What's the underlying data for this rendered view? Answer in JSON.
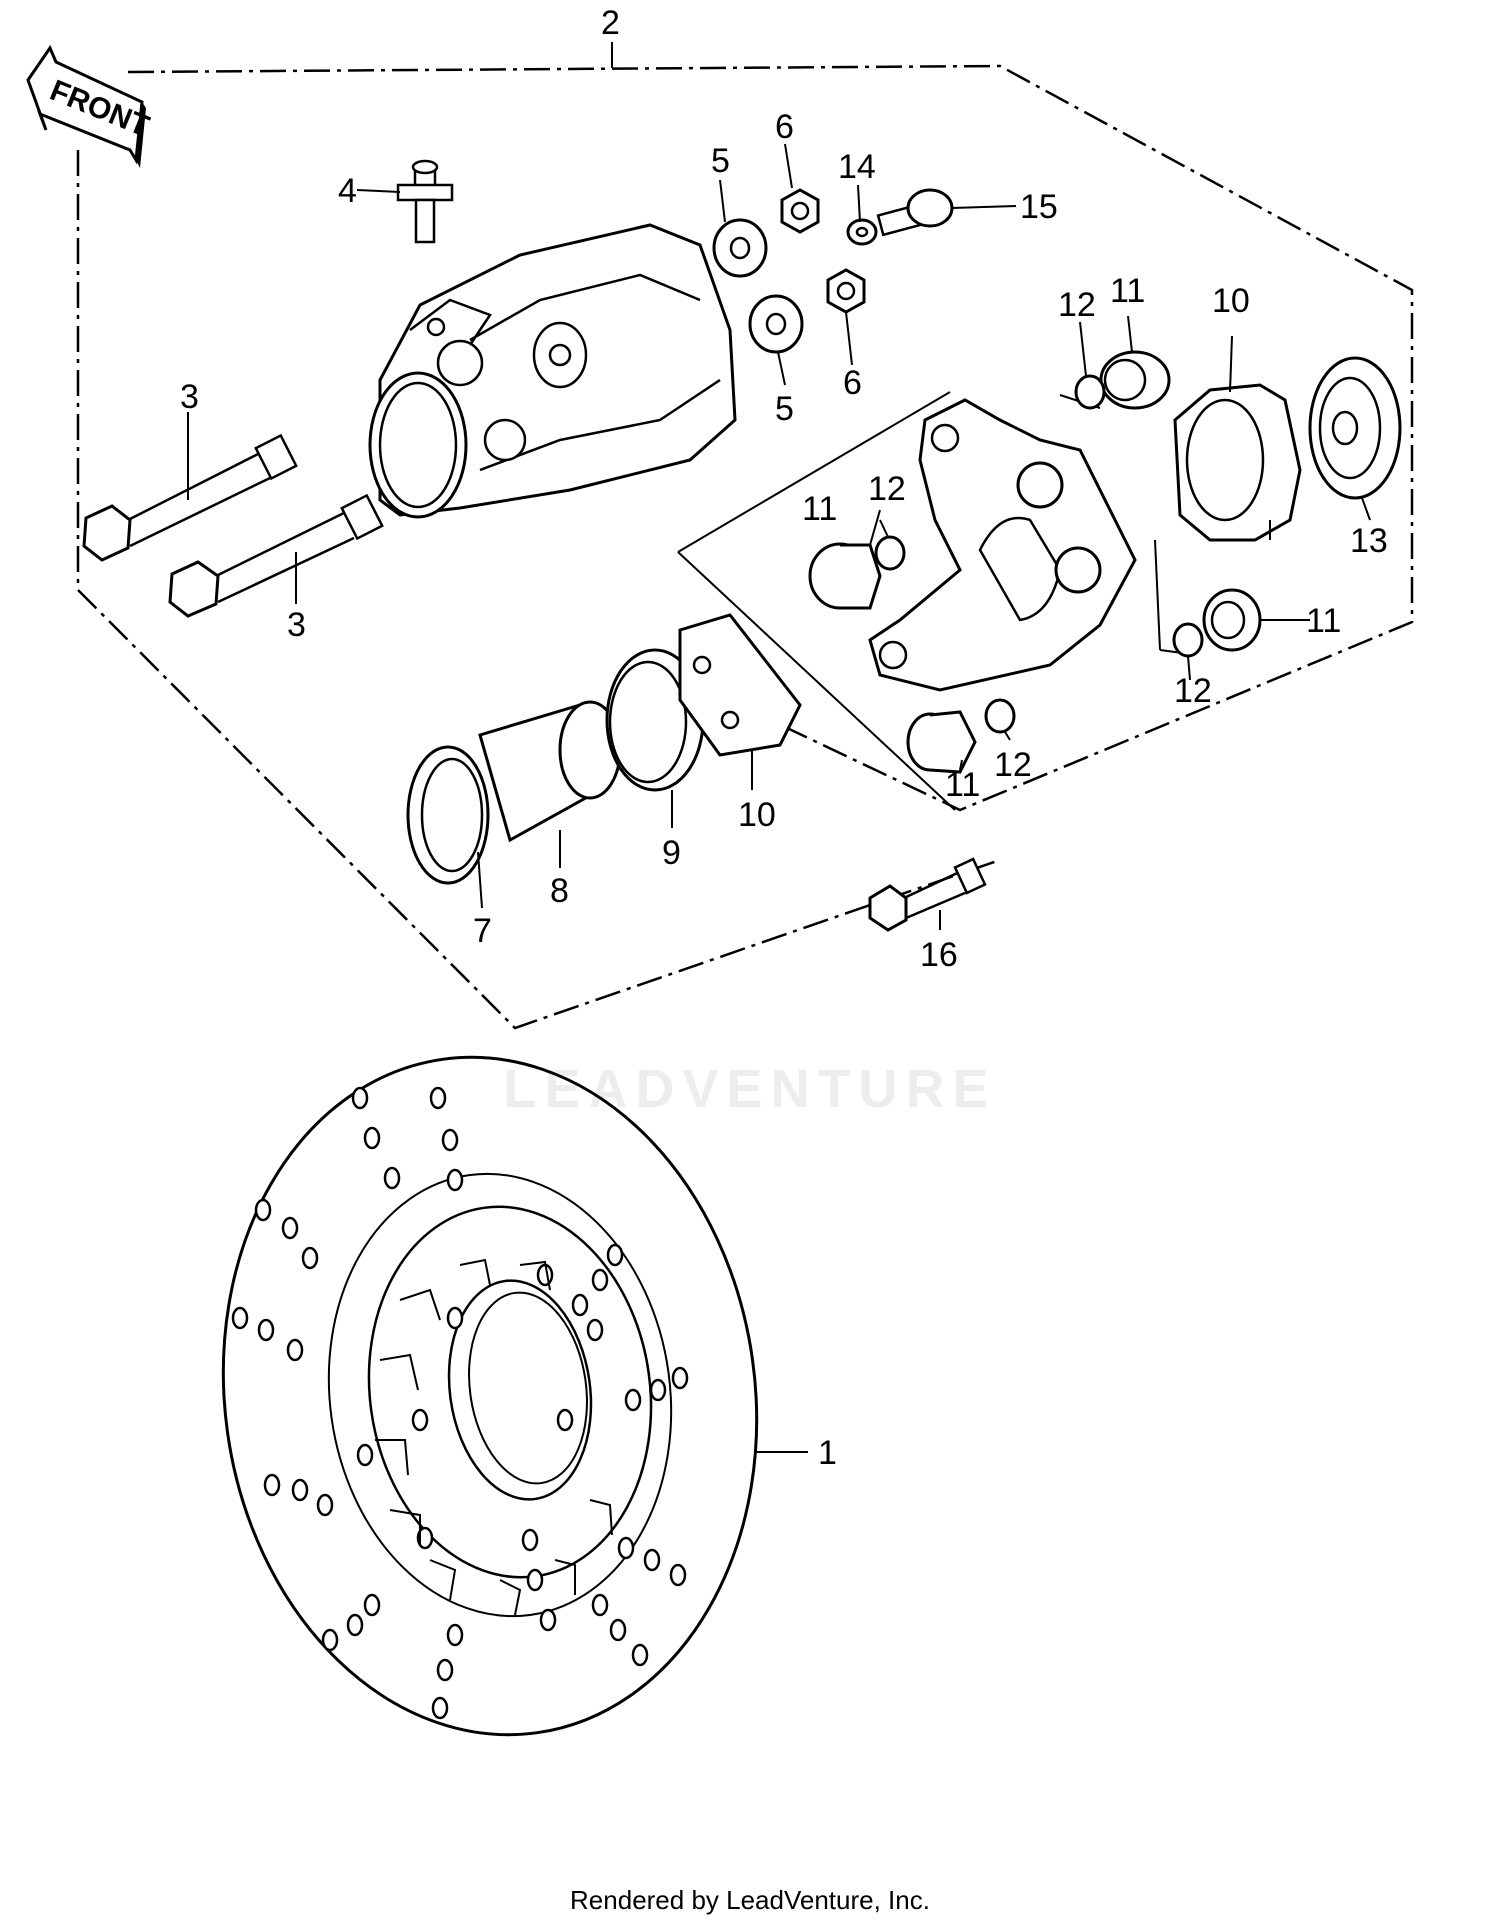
{
  "diagram": {
    "front_label": "FRONT",
    "watermark": "LEADVENTURE",
    "footer": "Rendered by LeadVenture, Inc.",
    "callouts": {
      "c1": "1",
      "c2": "2",
      "c3a": "3",
      "c3b": "3",
      "c4": "4",
      "c5a": "5",
      "c5b": "5",
      "c6a": "6",
      "c6b": "6",
      "c7": "7",
      "c8": "8",
      "c9": "9",
      "c10a": "10",
      "c10b": "10",
      "c11a": "11",
      "c11b": "11",
      "c11c": "11",
      "c11d": "11",
      "c12a": "12",
      "c12b": "12",
      "c12c": "12",
      "c12d": "12",
      "c13": "13",
      "c14": "14",
      "c15": "15",
      "c16": "16"
    }
  }
}
